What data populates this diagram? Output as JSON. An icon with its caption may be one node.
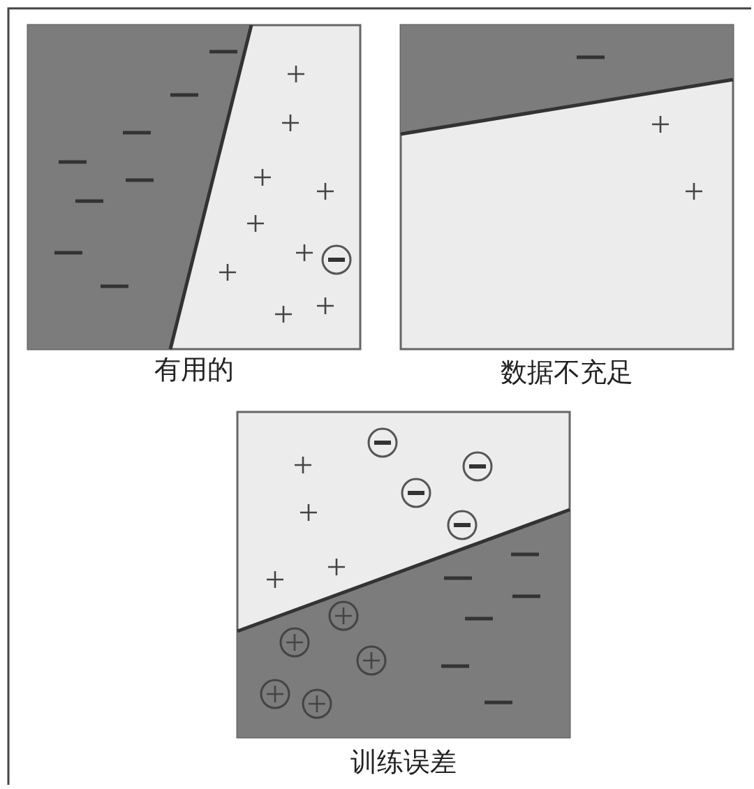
{
  "diagram": {
    "labels": [
      "有用的",
      "数据不充足",
      "训练误差"
    ]
  }
}
